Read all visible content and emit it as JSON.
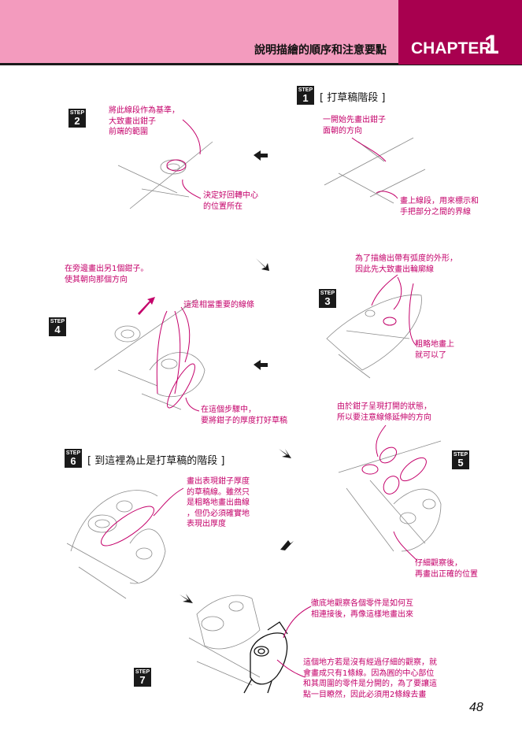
{
  "header": {
    "title": "說明描繪的順序和注意要點",
    "chapter_label": "CHAPTER",
    "chapter_number": "1"
  },
  "steps": [
    {
      "label": "STEP",
      "number": "1"
    },
    {
      "label": "STEP",
      "number": "2"
    },
    {
      "label": "STEP",
      "number": "3"
    },
    {
      "label": "STEP",
      "number": "4"
    },
    {
      "label": "STEP",
      "number": "5"
    },
    {
      "label": "STEP",
      "number": "6"
    },
    {
      "label": "STEP",
      "number": "7"
    }
  ],
  "sections": {
    "rough_draft": "[ 打草稿階段 ]",
    "rough_until_here": "[ 到這裡為止是打草稿的階段 ]"
  },
  "notes": {
    "s1_direction": "一開始先畫出鉗子\n面朝的方向",
    "s1_boundary": "畫上線段，用來標示和\n手把部分之間的界線",
    "s2_range": "將此線段作為基準，\n大致畫出鉗子\n前端的範圍",
    "s2_center": "決定好回轉中心\n的位置所在",
    "s3_outline": "為了描繪出帶有弧度的外形，\n因此先大致畫出輪廓線",
    "s3_rough": "粗略地畫上\n就可以了",
    "s4_other": "在旁邊畫出另1個鉗子。\n使其朝向那個方向",
    "s4_important": "這是相當重要的線條",
    "s4_thickness": "在這個步驟中，\n要將鉗子的厚度打好草稿",
    "s5_open": "由於鉗子呈現打開的狀態，\n所以要注意線條延伸的方向",
    "s5_observe": "仔細觀察後，\n再畫出正確的位置",
    "s6_thickness": "畫出表現鉗子厚度\n的草稿線。雖然只\n是粗略地畫出曲線\n，但仍必須確實地\n表現出厚度",
    "s7_connect": "徹底地觀察各個零件是如何互\n相連接後，再像這樣地畫出來",
    "s7_lines": "這個地方若是沒有經過仔細的觀察，就\n會畫成只有1條線。因為圓的中心部位\n和其周圍的零件是分開的，為了要讓這\n點一目瞭然，因此必須用2條線去畫"
  },
  "page_number": "48",
  "colors": {
    "header_pink": "#f39bbe",
    "chapter_magenta": "#a8004f",
    "annotation_magenta": "#c4006a"
  }
}
